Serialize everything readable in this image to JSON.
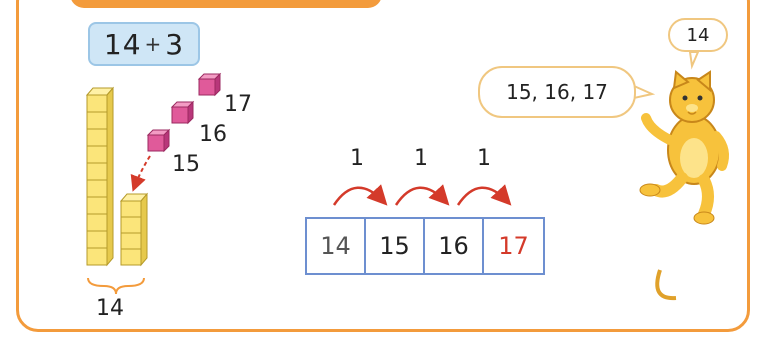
{
  "expression": {
    "left": "14",
    "operator": "+",
    "right": "3"
  },
  "cube_labels": [
    "15",
    "16",
    "17"
  ],
  "tens_label": "14",
  "speech": {
    "small": "14",
    "large": "15, 16, 17"
  },
  "number_line": {
    "cells": [
      "14",
      "15",
      "16",
      "17"
    ]
  },
  "steps": [
    "1",
    "1",
    "1"
  ],
  "colors": {
    "frame": "#f39b3c",
    "expression_bg": "#cfe6f6",
    "block": "#fbe57a",
    "cube": "#e05a9a",
    "arrow": "#d43a2a",
    "number_line_border": "#6d8fd0",
    "highlight_number": "#d43a2a"
  },
  "icons": [
    "cat-mascot-icon",
    "base-ten-rod-icon",
    "unit-cube-icon",
    "jump-arrow-icon"
  ]
}
